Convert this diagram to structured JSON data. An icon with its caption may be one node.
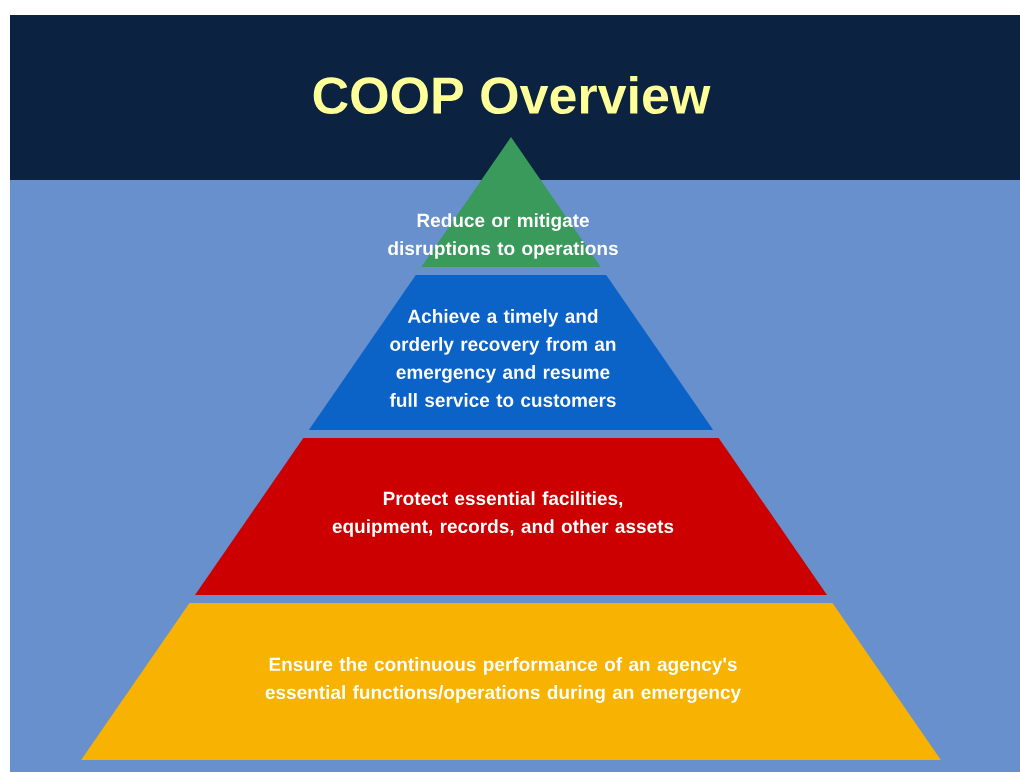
{
  "diagram": {
    "title": "COOP Overview",
    "nodes": [
      {
        "text": [
          "Reduce or mitigate disruptions to operations"
        ]
      },
      {
        "text": [
          "Achieve a timely and orderly recovery from an emergency and resume full service to customers"
        ]
      },
      {
        "text": [
          "Protect essential facilities, equipment, records, and other assets"
        ]
      },
      {
        "text": [
          "Ensure the continuous performance of an agency's essential functions/operations during an emergency"
        ]
      }
    ]
  }
}
